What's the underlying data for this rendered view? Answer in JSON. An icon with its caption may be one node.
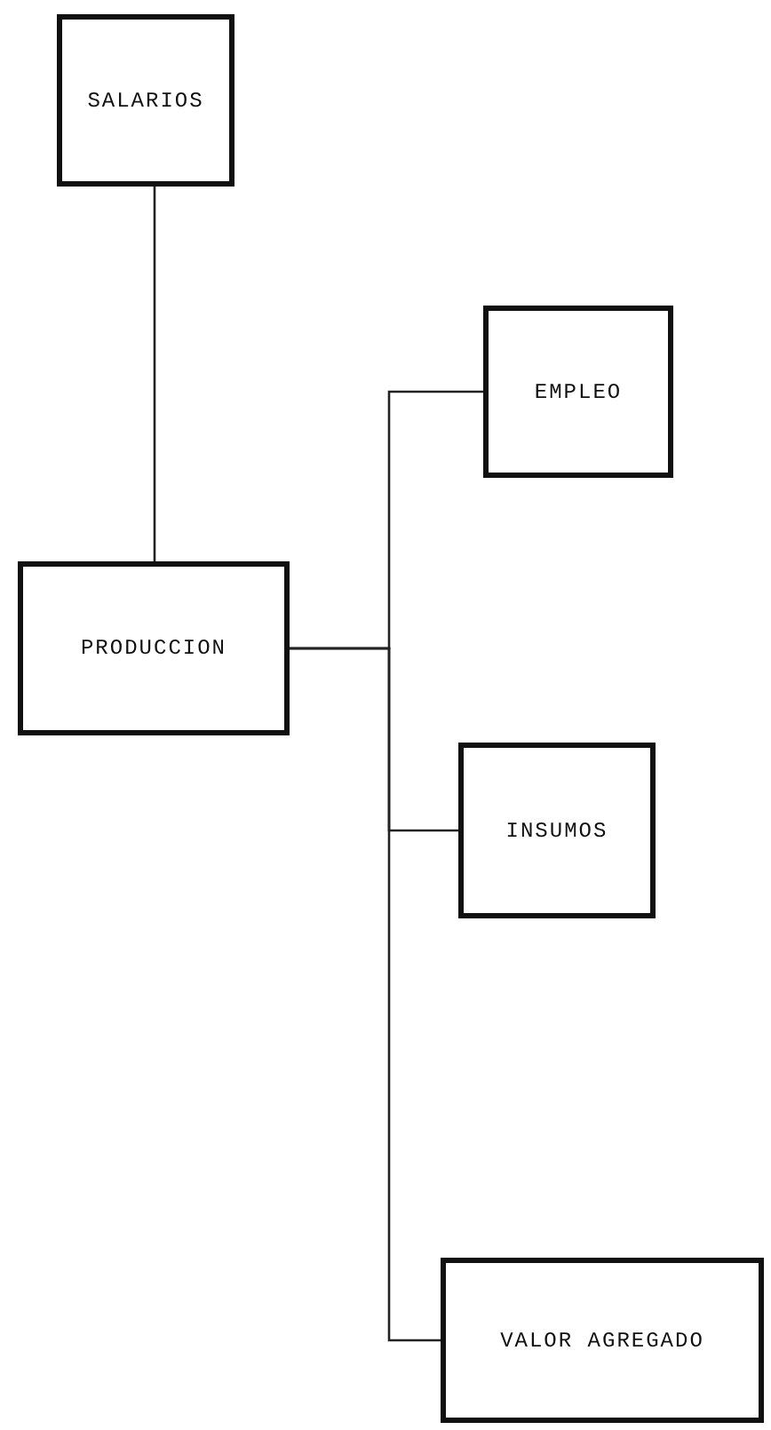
{
  "diagram": {
    "nodes": [
      {
        "text": [
          "SALARIOS"
        ]
      },
      {
        "text": [
          "EMPLEO"
        ]
      },
      {
        "text": [
          "PRODUCCION"
        ]
      },
      {
        "text": [
          "INSUMOS"
        ]
      },
      {
        "text": [
          "VALOR AGREGADO"
        ]
      }
    ],
    "edges": [
      {
        "from": 0,
        "to": 2,
        "arrow": "none"
      },
      {
        "from": 2,
        "to": 1,
        "arrow": "none"
      },
      {
        "from": 2,
        "to": 3,
        "arrow": "none"
      },
      {
        "from": 2,
        "to": 4,
        "arrow": "none"
      }
    ]
  }
}
